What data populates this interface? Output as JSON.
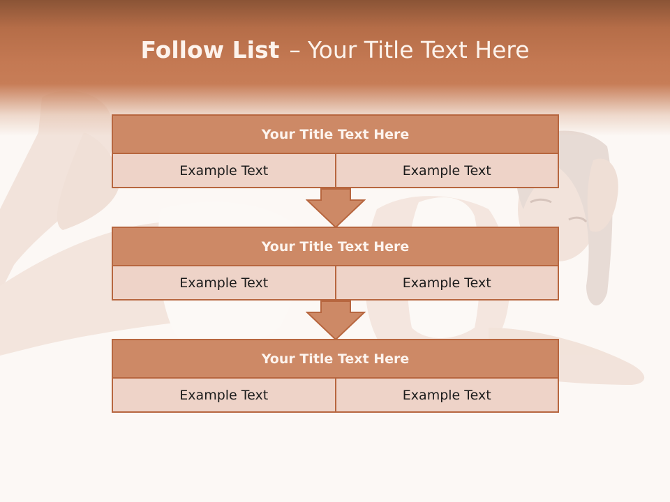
{
  "title": {
    "bold": "Follow List",
    "dash": "–",
    "rest": "Your Title Text Here"
  },
  "blocks": [
    {
      "title": "Your Title Text Here",
      "left": "Example Text",
      "right": "Example Text"
    },
    {
      "title": "Your Title Text Here",
      "left": "Example Text",
      "right": "Example Text"
    },
    {
      "title": "Your Title Text Here",
      "left": "Example Text",
      "right": "Example Text"
    }
  ],
  "colors": {
    "header": "#c47953",
    "block_title_fill": "#cd8966",
    "block_cell_fill": "#eed3c8",
    "border": "#b7663f",
    "arrow_fill": "#cd8966"
  }
}
